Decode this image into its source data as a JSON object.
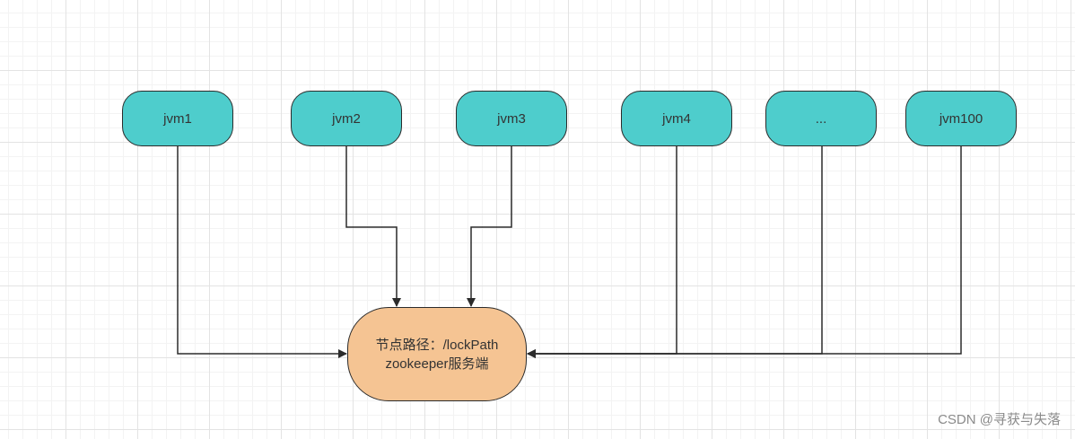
{
  "nodes": {
    "jvm1": "jvm1",
    "jvm2": "jvm2",
    "jvm3": "jvm3",
    "jvm4": "jvm4",
    "ellipsis": "...",
    "jvm100": "jvm100"
  },
  "server": {
    "line1": "节点路径：/lockPath",
    "line2": "zookeeper服务端"
  },
  "watermark": "CSDN @寻获与失落",
  "colors": {
    "jvm_fill": "#4ecdcc",
    "server_fill": "#f5c493",
    "stroke": "#2b2b2b"
  }
}
